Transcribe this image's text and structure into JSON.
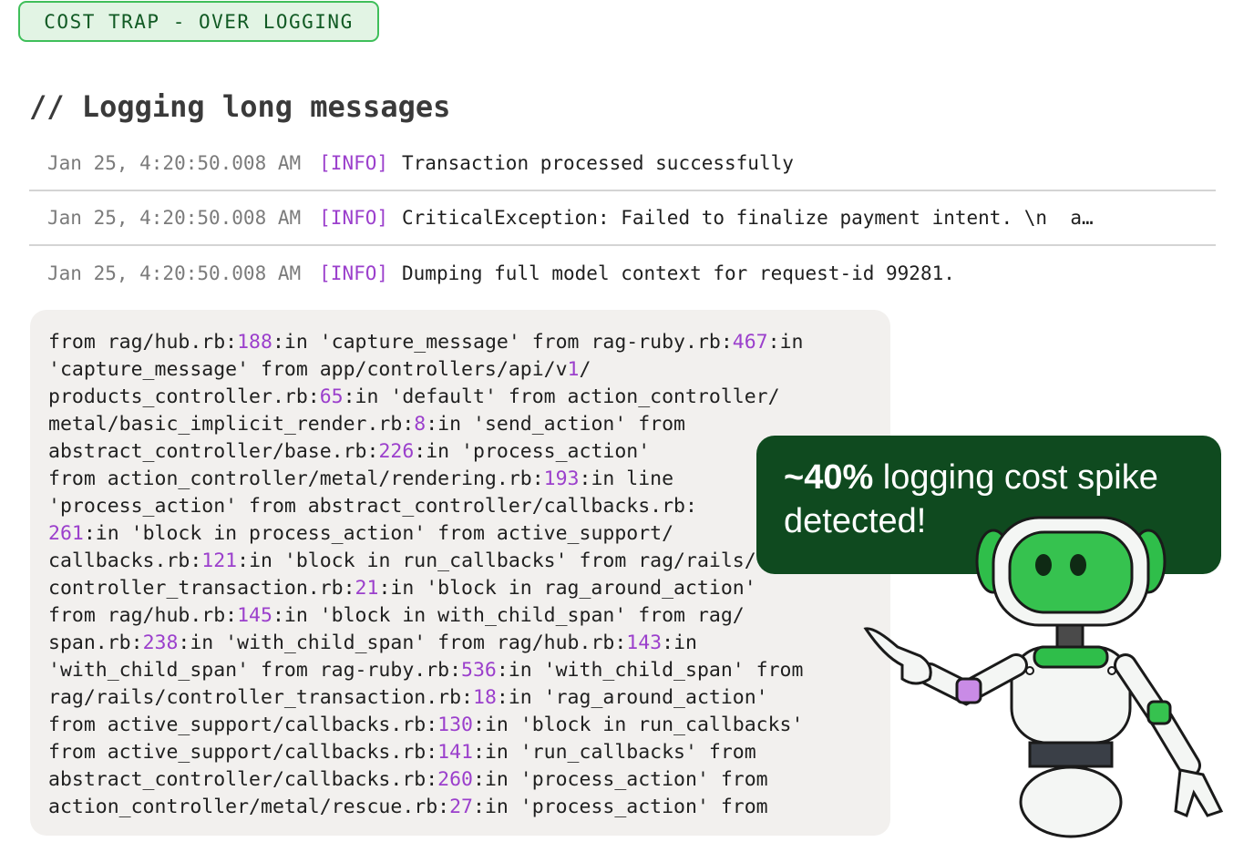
{
  "badge": "COST TRAP - OVER LOGGING",
  "heading": "// Logging long messages",
  "logs": [
    {
      "timestamp": "Jan 25, 4:20:50.008 AM",
      "level": "[INFO]",
      "message": "Transaction processed successfully"
    },
    {
      "timestamp": "Jan 25, 4:20:50.008 AM",
      "level": "[INFO]",
      "message": "CriticalException: Failed to finalize payment intent. \\n  a…"
    },
    {
      "timestamp": "Jan 25, 4:20:50.008 AM",
      "level": "[INFO]",
      "message": "Dumping full model context for request-id 99281."
    }
  ],
  "stack_trace": [
    "from rag/hub.rb:188:in 'capture_message' from rag-ruby.rb:467:in",
    "'capture_message' from app/controllers/api/v1/",
    "products_controller.rb:65:in 'default' from action_controller/",
    "metal/basic_implicit_render.rb:8:in 'send_action' from",
    "abstract_controller/base.rb:226:in 'process_action'",
    "from action_controller/metal/rendering.rb:193:in line",
    "'process_action' from abstract_controller/callbacks.rb:",
    "261:in 'block in process_action' from active_support/",
    "callbacks.rb:121:in 'block in run_callbacks' from rag/rails/",
    "controller_transaction.rb:21:in 'block in rag_around_action'",
    "from rag/hub.rb:145:in 'block in with_child_span' from rag/",
    "span.rb:238:in 'with_child_span' from rag/hub.rb:143:in",
    "'with_child_span' from rag-ruby.rb:536:in 'with_child_span' from",
    "rag/rails/controller_transaction.rb:18:in 'rag_around_action'",
    "from active_support/callbacks.rb:130:in 'block in run_callbacks'",
    "from active_support/callbacks.rb:141:in 'run_callbacks' from",
    "abstract_controller/callbacks.rb:260:in 'process_action' from",
    "action_controller/metal/rescue.rb:27:in 'process_action' from"
  ],
  "callout": {
    "highlight": "~40%",
    "text": " logging cost spike detected!"
  },
  "colors": {
    "accent_green": "#0f4a1f",
    "badge_border": "#3fbf5a",
    "number_purple": "#9b3fcc",
    "trace_bg": "#f2f0ee"
  },
  "illustration": "robot-mascot-pointing"
}
